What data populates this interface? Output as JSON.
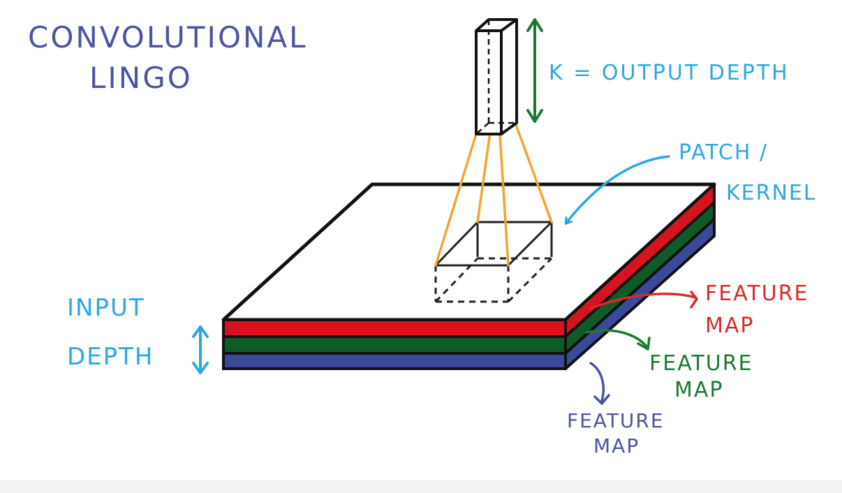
{
  "title": {
    "line1": "CONVOLUTIONAL",
    "line2": "LINGO"
  },
  "labels": {
    "output_depth": "K = OUTPUT DEPTH",
    "patch_line1": "PATCH /",
    "patch_line2": "KERNEL",
    "input_line1": "INPUT",
    "input_line2": "DEPTH",
    "feature_red_1": "FEATURE",
    "feature_red_2": "MAP",
    "feature_green_1": "FEATURE",
    "feature_green_2": "MAP",
    "feature_blue_1": "FEATURE",
    "feature_blue_2": "MAP"
  },
  "colors": {
    "title": "#4a55a2",
    "cyan": "#29a9e1",
    "green_label": "#1a7a33",
    "red_label": "#d92a2a",
    "blue_label": "#4a55a2",
    "layer_red": "#d7141e",
    "layer_green": "#0f5b26",
    "layer_blue": "#3a4a9a",
    "connector": "#f5a330",
    "outline": "#111111"
  }
}
